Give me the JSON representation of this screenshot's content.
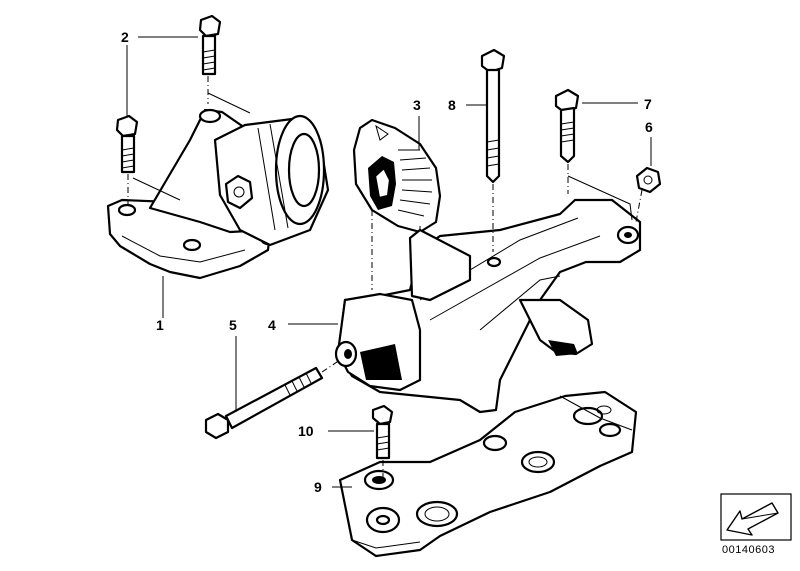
{
  "callouts": [
    {
      "id": "1",
      "label": "1"
    },
    {
      "id": "2",
      "label": "2"
    },
    {
      "id": "3",
      "label": "3"
    },
    {
      "id": "4",
      "label": "4"
    },
    {
      "id": "5",
      "label": "5"
    },
    {
      "id": "6",
      "label": "6"
    },
    {
      "id": "7",
      "label": "7"
    },
    {
      "id": "8",
      "label": "8"
    },
    {
      "id": "9",
      "label": "9"
    },
    {
      "id": "10",
      "label": "10"
    }
  ],
  "reference_number": "00140603"
}
